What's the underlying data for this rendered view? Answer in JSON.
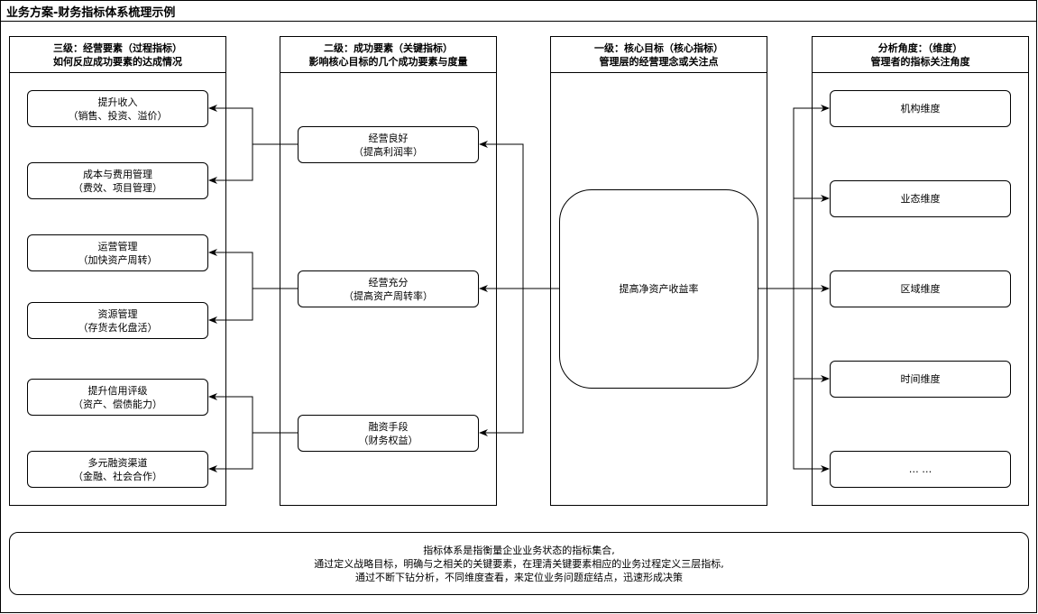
{
  "title": "业务方案-财务指标体系梳理示例",
  "level3": {
    "heading_line1": "三级：经营要素（过程指标）",
    "heading_line2": "如何反应成功要素的达成情况",
    "items": [
      {
        "line1": "提升收入",
        "line2": "（销售、投资、溢价）"
      },
      {
        "line1": "成本与费用管理",
        "line2": "（费效、项目管理）"
      },
      {
        "line1": "运营管理",
        "line2": "（加快资产周转）"
      },
      {
        "line1": "资源管理",
        "line2": "（存货去化盘活）"
      },
      {
        "line1": "提升信用评级",
        "line2": "（资产、偿债能力）"
      },
      {
        "line1": "多元融资渠道",
        "line2": "（金融、社会合作）"
      }
    ]
  },
  "level2": {
    "heading_line1": "二级：成功要素（关键指标）",
    "heading_line2": "影响核心目标的几个成功要素与度量",
    "items": [
      {
        "line1": "经营良好",
        "line2": "（提高利润率）"
      },
      {
        "line1": "经营充分",
        "line2": "（提高资产周转率）"
      },
      {
        "line1": "融资手段",
        "line2": "（财务权益）"
      }
    ]
  },
  "level1": {
    "heading_line1": "一级：核心目标（核心指标）",
    "heading_line2": "管理层的经营理念或关注点",
    "core": "提高净资产收益率"
  },
  "dimensions": {
    "heading_line1": "分析角度：（维度）",
    "heading_line2": "管理者的指标关注角度",
    "items": [
      "机构维度",
      "业态维度",
      "区域维度",
      "时间维度",
      "… …"
    ]
  },
  "note": {
    "line1": "指标体系是指衡量企业业务状态的指标集合,",
    "line2": "通过定义战略目标，明确与之相关的关键要素，在理清关键要素相应的业务过程定义三层指标,",
    "line3": "通过不断下钻分析，不同维度查看，来定位业务问题症结点，迅速形成决策"
  }
}
